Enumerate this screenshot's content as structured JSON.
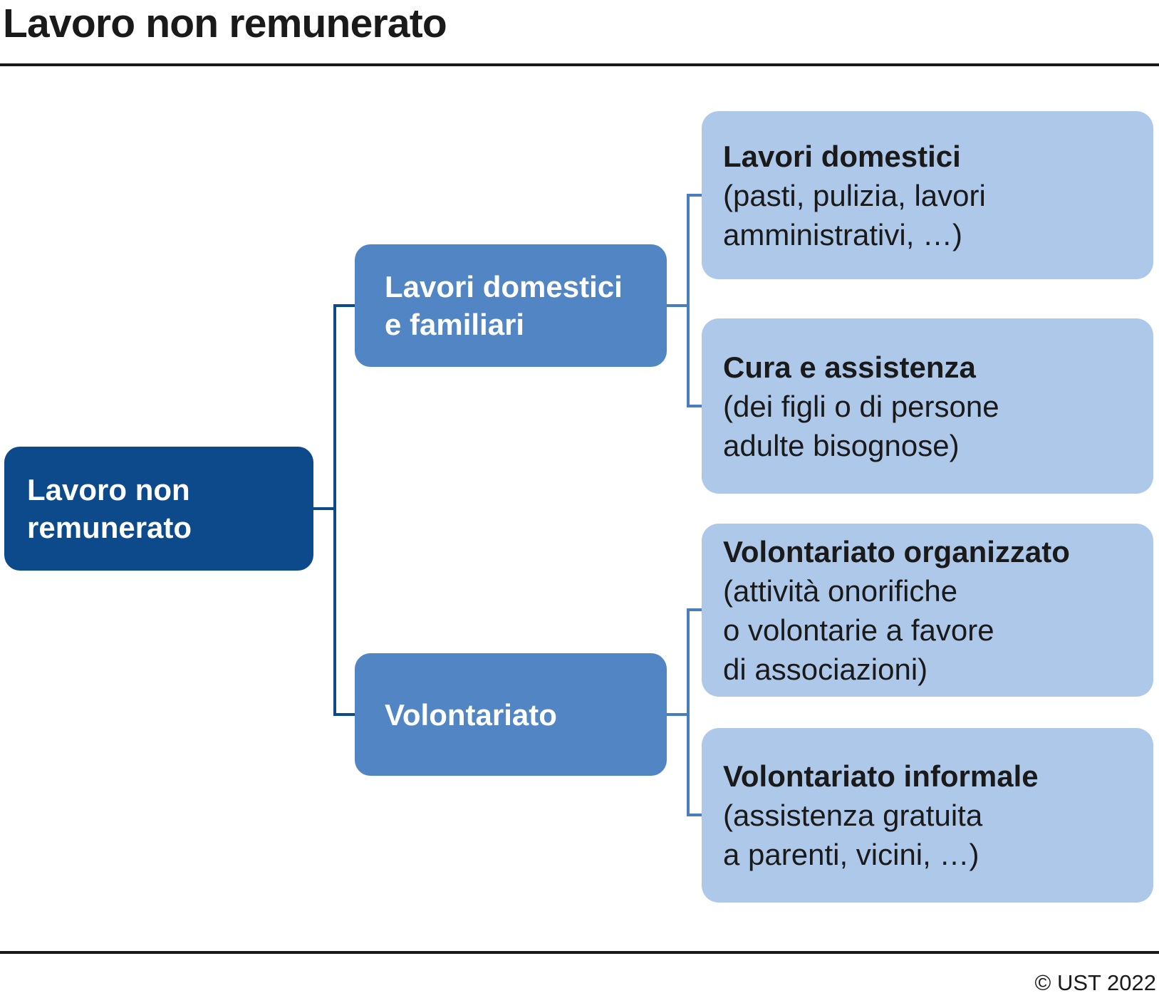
{
  "title": "Lavoro non remunerato",
  "footer": {
    "copyright": "© UST 2022"
  },
  "colors": {
    "root-blue": "#0c4a8c",
    "mid-blue": "#5185c4",
    "leaf-blue": "#aec8e9",
    "connector-blue": "#4a7dbd",
    "line-black": "#1a1a1a",
    "text-dark": "#1a1a1a",
    "text-light": "#ffffff"
  },
  "tree": {
    "root": {
      "label": "Lavoro non\nremunerato"
    },
    "branches": [
      {
        "label": "Lavori domestici\ne familiari",
        "children": [
          {
            "title": "Lavori domestici",
            "desc": "(pasti, pulizia, lavori\namministrativi, …)"
          },
          {
            "title": "Cura e assistenza",
            "desc": "(dei figli o di persone\nadulte bisognose)"
          }
        ]
      },
      {
        "label": "Volontariato",
        "children": [
          {
            "title": "Volontariato organizzato",
            "desc": "(attività onorifiche\no volontarie a favore\ndi associazioni)"
          },
          {
            "title": "Volontariato informale",
            "desc": "(assistenza gratuita\na parenti, vicini, …)"
          }
        ]
      }
    ]
  }
}
